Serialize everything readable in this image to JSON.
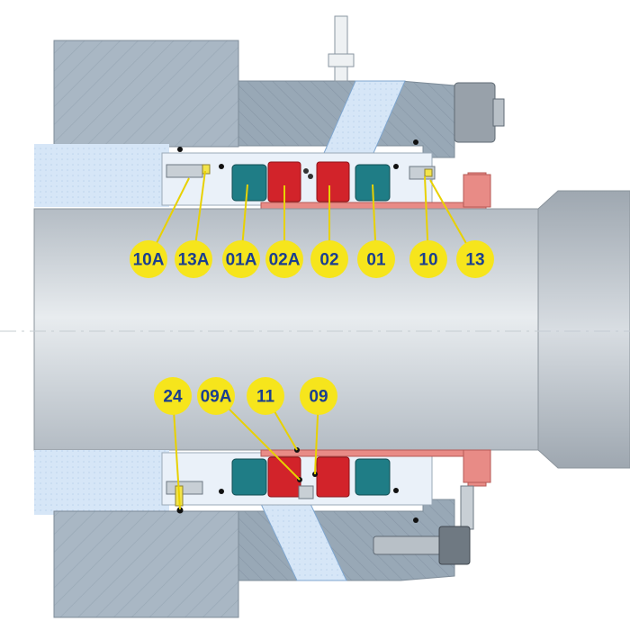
{
  "colors": {
    "housing": "#a9b7c4",
    "housing_dark": "#8e9eac",
    "shaft": "#cdd3d9",
    "seal_teal": "#1f7d86",
    "seal_red": "#d2232a",
    "sleeve_pink": "#e88b86",
    "fluid": "#d6e6f7",
    "callout_fill": "#f6e51c",
    "callout_text": "#1b3f8f",
    "leader": "#e8d100"
  },
  "callouts_top": [
    {
      "label": "10A"
    },
    {
      "label": "13A"
    },
    {
      "label": "01A"
    },
    {
      "label": "02A"
    },
    {
      "label": "02"
    },
    {
      "label": "01"
    },
    {
      "label": "10"
    },
    {
      "label": "13"
    }
  ],
  "callouts_bottom": [
    {
      "label": "24"
    },
    {
      "label": "09A"
    },
    {
      "label": "11"
    },
    {
      "label": "09"
    }
  ]
}
